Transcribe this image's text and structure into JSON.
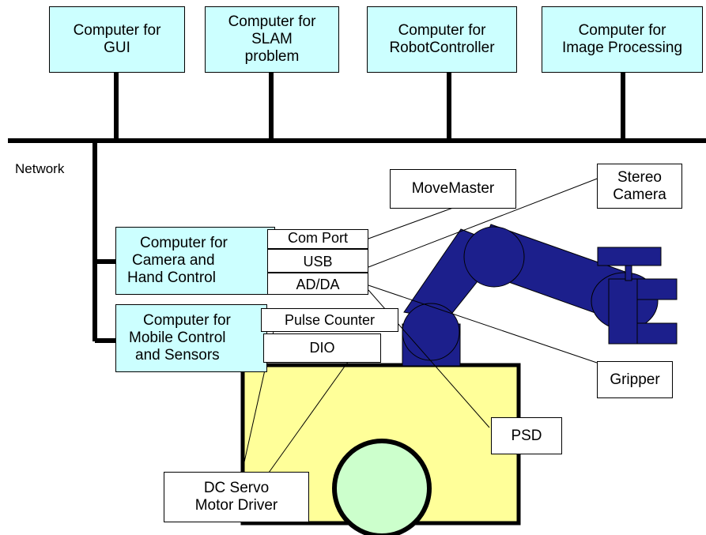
{
  "computers": {
    "gui": [
      "Computer for",
      "GUI"
    ],
    "slam": [
      "Computer for",
      "SLAM",
      "problem"
    ],
    "robot_controller": [
      "Computer for",
      "RobotController"
    ],
    "image_processing": [
      "Computer for",
      "Image Processing"
    ],
    "camera_hand": [
      "Computer for",
      "Camera and",
      "Hand Control"
    ],
    "mobile": [
      "Computer for",
      "Mobile Control",
      "and Sensors"
    ]
  },
  "network_label": "Network",
  "ports": {
    "com_port": "Com Port",
    "usb": "USB",
    "ad_da": "AD/DA",
    "pulse_counter": "Pulse Counter",
    "dio": "DIO"
  },
  "devices": {
    "movemaster": "MoveMaster",
    "stereo_camera": [
      "Stereo",
      "Camera"
    ],
    "gripper": "Gripper",
    "psd": "PSD",
    "dc_servo": [
      "DC Servo",
      "Motor Driver"
    ]
  },
  "colors": {
    "computer_fill": "#ccffff",
    "base_fill": "#ffff99",
    "wheel_fill": "#ccffcc",
    "arm_fill": "#1c1f8c",
    "line": "#000000"
  }
}
